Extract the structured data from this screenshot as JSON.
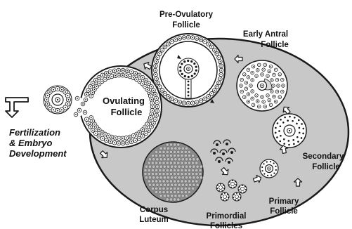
{
  "diagram": {
    "labels": {
      "pre_ovulatory_line1": "Pre-Ovulatory",
      "pre_ovulatory_line2": "Follicle",
      "early_antral_line1": "Early Antral",
      "early_antral_line2": "Follicle",
      "ovulating_line1": "Ovulating",
      "ovulating_line2": "Follicle",
      "secondary_line1": "Secondary",
      "secondary_line2": "Follicle",
      "primary_line1": "Primary",
      "primary_line2": "Follicle",
      "primordial_line1": "Primordial",
      "primordial_line2": "Follicles",
      "corpus_line1": "Corpus",
      "corpus_line2": "Luteum",
      "fertilization_line1": "Fertilization",
      "fertilization_line2": "& Embryo",
      "fertilization_line3": "Development"
    },
    "colors": {
      "ovary_fill": "#c8c8c8",
      "follicle_fill": "#ffffff",
      "outline": "#1a1a1a",
      "corpus_fill": "#8a8a8a",
      "text": "#111111"
    },
    "icons": {
      "arrow": "hollow-arrow-icon",
      "exit_arrow": "hollow-arrow-down-left-icon"
    }
  }
}
